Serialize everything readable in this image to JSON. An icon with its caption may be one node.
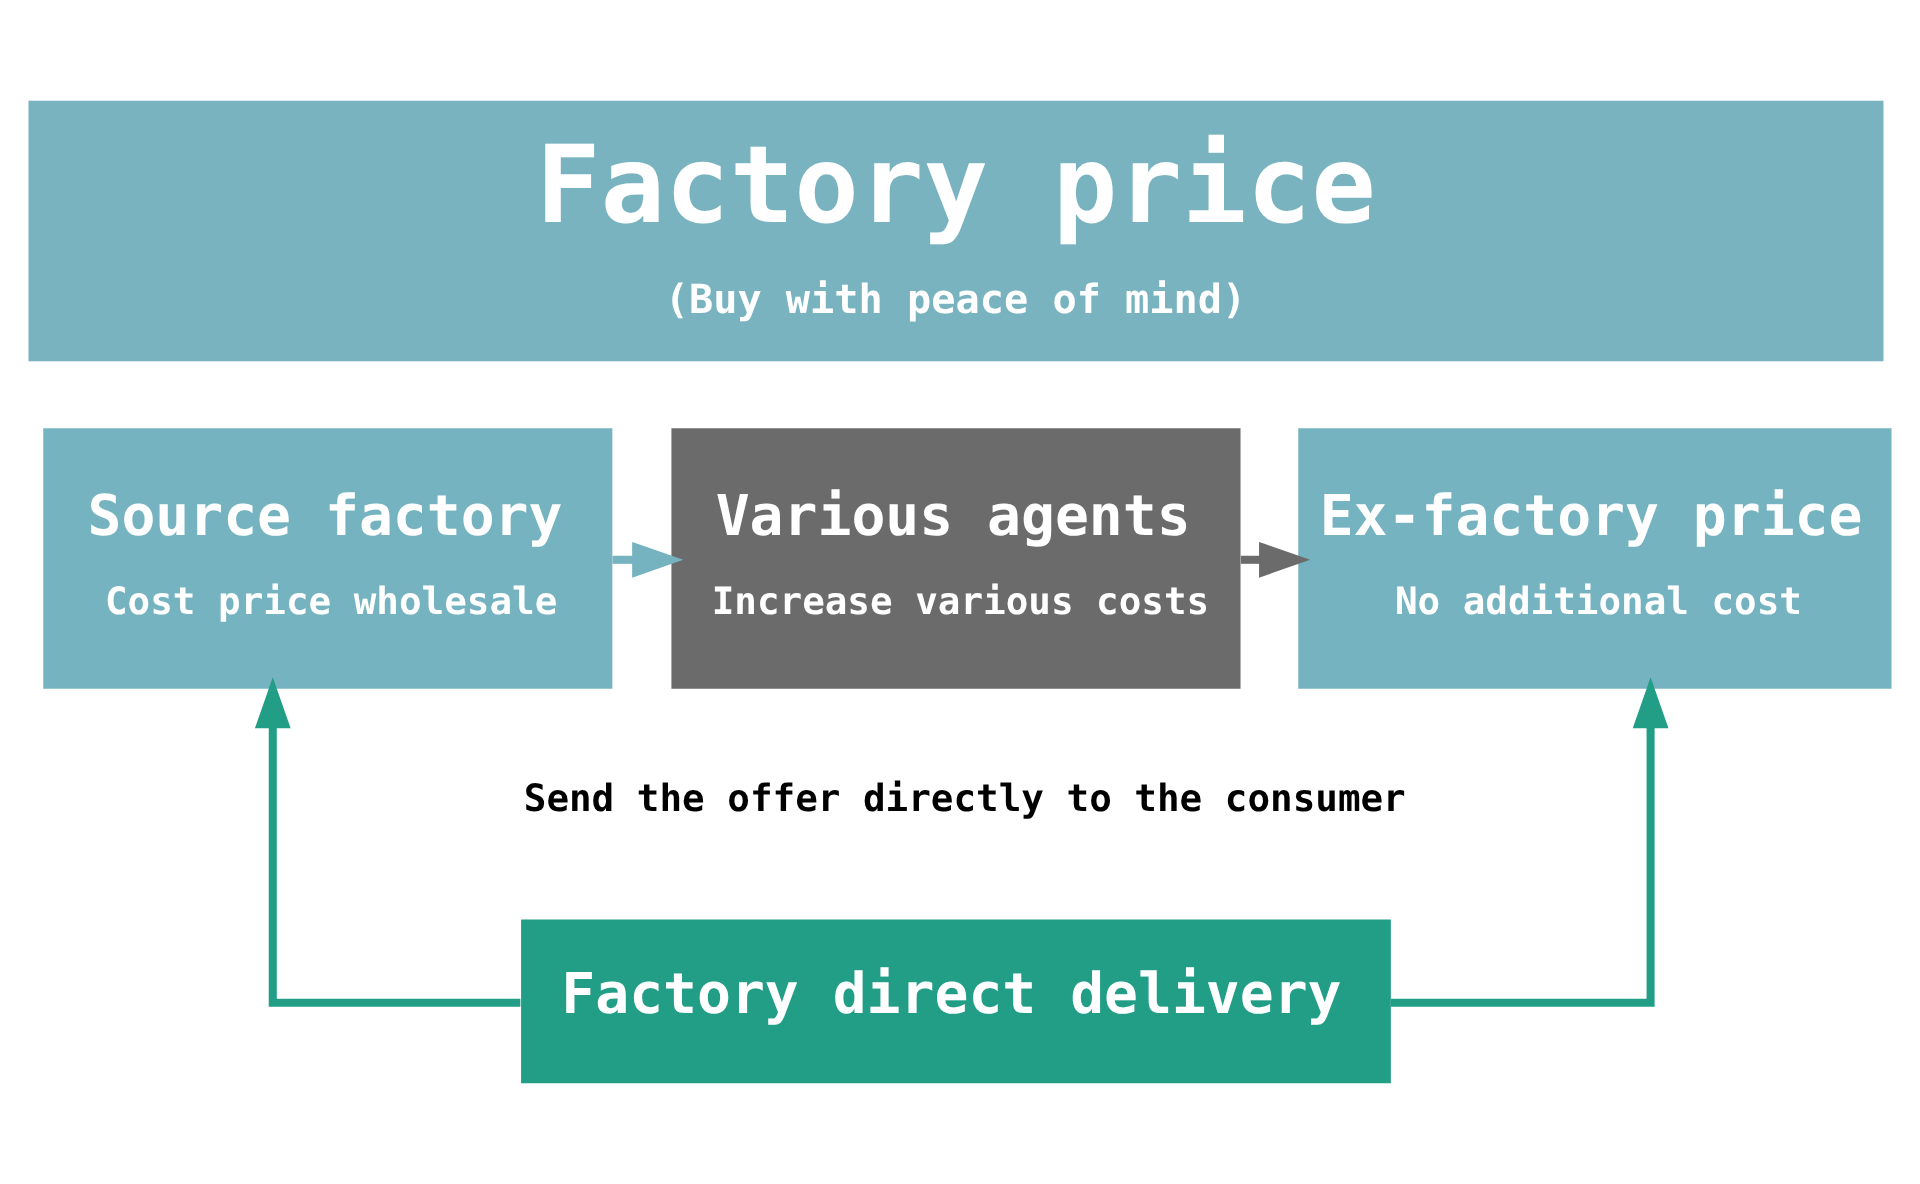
{
  "diagram": {
    "nodes": [
      {
        "text": [
          "Factory price",
          "(Buy with peace of mind)"
        ]
      },
      {
        "text": [
          "Source factory",
          "Cost price wholesale"
        ]
      },
      {
        "text": [
          "Various agents",
          "Increase various costs"
        ]
      },
      {
        "text": [
          "Ex-factory price",
          "No additional cost"
        ]
      },
      {
        "text": [
          "Factory direct delivery"
        ],
        "beside": [
          "Send the offer directly to the consumer"
        ]
      }
    ],
    "edges": [
      {
        "from": 1,
        "to": 2,
        "arrow": "to",
        "color": "#76b3c0"
      },
      {
        "from": 2,
        "to": 3,
        "arrow": "to",
        "color": "#6b6b6b"
      },
      {
        "from": 4,
        "to": 1,
        "arrow": "to",
        "color": "#229e87"
      },
      {
        "from": 4,
        "to": 3,
        "arrow": "to",
        "color": "#229e87"
      }
    ]
  }
}
